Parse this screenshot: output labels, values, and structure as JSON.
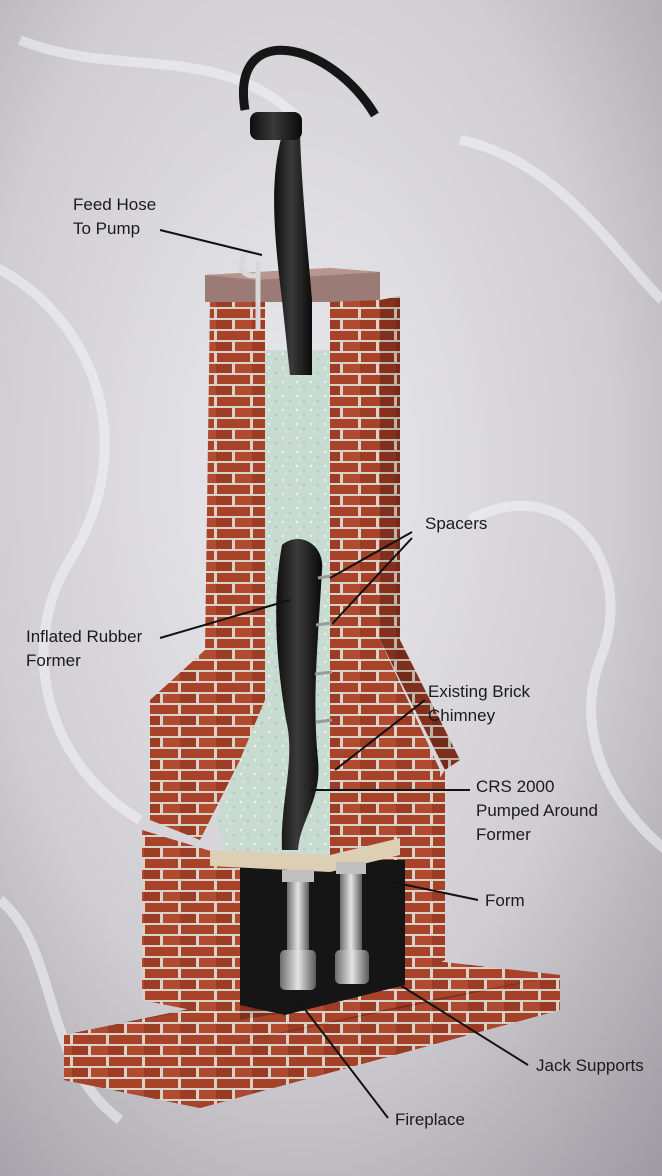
{
  "labels": {
    "feed_hose": [
      "Feed Hose",
      "To Pump"
    ],
    "spacers": "Spacers",
    "inflated_former": [
      "Inflated Rubber",
      "Former"
    ],
    "existing_chimney": [
      "Existing Brick",
      "Chimney"
    ],
    "crs_2000": [
      "CRS 2000",
      "Pumped Around",
      "Former"
    ],
    "form": "Form",
    "jack_supports": "Jack Supports",
    "fireplace": "Fireplace"
  },
  "colors": {
    "background": "#cfcdd2",
    "brick": "#a8432a",
    "mortar": "#d9d2c8",
    "crs_fill": "#c9dcd2",
    "hose": "#1e1e1e",
    "cap": "#9b7b76",
    "form_board": "#dccfb4",
    "fireplace_interior": "#151515",
    "leader_line": "#111111"
  }
}
